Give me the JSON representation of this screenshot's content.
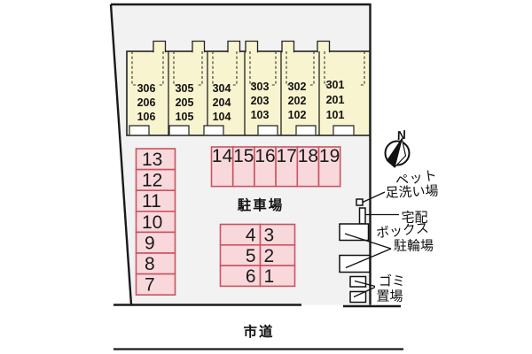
{
  "colors": {
    "background": "#ffffff",
    "property_fill": "#f2f2f2",
    "building_fill": "#f8f4cf",
    "building_outline": "#222222",
    "parking_fill": "#f9d8dc",
    "parking_border": "#c9545f",
    "line_color": "#1a1a1a"
  },
  "building": {
    "units": [
      {
        "rooms": [
          "306",
          "206",
          "106"
        ]
      },
      {
        "rooms": [
          "305",
          "205",
          "105"
        ]
      },
      {
        "rooms": [
          "304",
          "204",
          "104"
        ]
      },
      {
        "rooms": [
          "303",
          "203",
          "103"
        ]
      },
      {
        "rooms": [
          "302",
          "202",
          "102"
        ]
      },
      {
        "rooms": [
          "301",
          "201",
          "101"
        ]
      }
    ]
  },
  "parking": {
    "label": "駐車場",
    "left_column": [
      "13",
      "12",
      "11",
      "10",
      "9",
      "8",
      "7"
    ],
    "top_row": [
      "14",
      "15",
      "16",
      "17",
      "18",
      "19"
    ],
    "center_grid": [
      [
        "4",
        "3"
      ],
      [
        "5",
        "2"
      ],
      [
        "6",
        "1"
      ]
    ]
  },
  "facilities": {
    "pet_wash": {
      "line1": "ペット",
      "line2": "足洗い場"
    },
    "delivery_box": {
      "line1": "宅配",
      "line2": "ボックス"
    },
    "bicycle_parking": {
      "label": "駐輪場"
    },
    "garbage": {
      "line1": "ゴミ",
      "line2": "置場"
    }
  },
  "road": {
    "label": "市道"
  },
  "compass": {
    "label": "N"
  }
}
